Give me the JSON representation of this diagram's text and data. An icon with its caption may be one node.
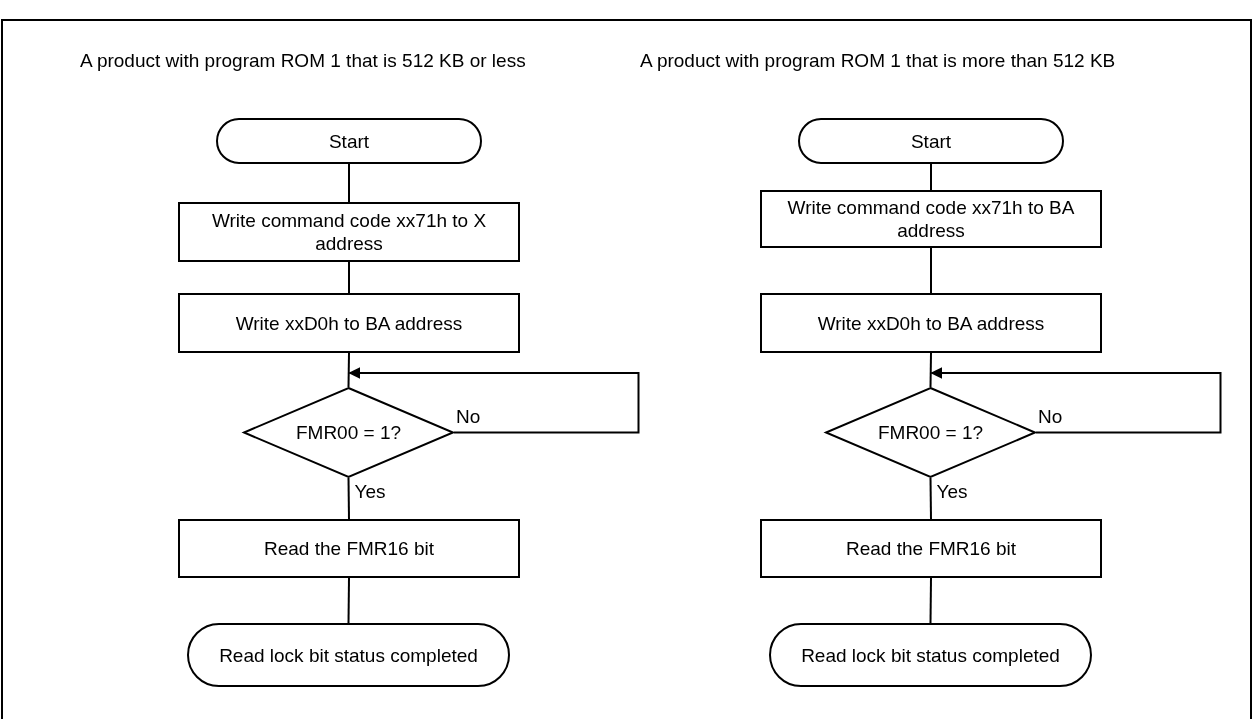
{
  "diagram": {
    "nodes": [
      {
        "text": [
          "Start"
        ]
      },
      {
        "text": [
          "Write command code xx71h to X address"
        ]
      },
      {
        "text": [
          "Write xxD0h to BA address"
        ]
      },
      {
        "text": [
          "FMR00 = 1?"
        ]
      },
      {
        "text": [
          "Read the FMR16 bit"
        ]
      },
      {
        "text": [
          "Read lock bit status completed"
        ]
      },
      {
        "text": [
          "Start"
        ]
      },
      {
        "text": [
          "Write command code xx71h to BA address"
        ]
      },
      {
        "text": [
          "Write xxD0h to BA address"
        ]
      },
      {
        "text": [
          "FMR00 = 1?"
        ]
      },
      {
        "text": [
          "Read the FMR16 bit"
        ]
      },
      {
        "text": [
          "Read lock bit status completed"
        ]
      }
    ],
    "edges": [
      {
        "from": 0,
        "to": 1,
        "arrow": "none"
      },
      {
        "from": 1,
        "to": 2,
        "arrow": "none"
      },
      {
        "from": 2,
        "to": 3,
        "arrow": "none"
      },
      {
        "from": 3,
        "to": 3,
        "arrow": "to",
        "label": "No"
      },
      {
        "from": 3,
        "to": 4,
        "arrow": "none",
        "label": "Yes"
      },
      {
        "from": 4,
        "to": 5,
        "arrow": "none"
      },
      {
        "from": 6,
        "to": 7,
        "arrow": "none"
      },
      {
        "from": 7,
        "to": 8,
        "arrow": "none"
      },
      {
        "from": 8,
        "to": 9,
        "arrow": "none"
      },
      {
        "from": 9,
        "to": 9,
        "arrow": "to",
        "label": "No"
      },
      {
        "from": 9,
        "to": 10,
        "arrow": "none",
        "label": "Yes"
      },
      {
        "from": 10,
        "to": 11,
        "arrow": "none"
      }
    ],
    "labels": [
      "A product with program ROM 1 that is 512 KB or less",
      "A product with program ROM 1 that is more than 512 KB"
    ]
  }
}
